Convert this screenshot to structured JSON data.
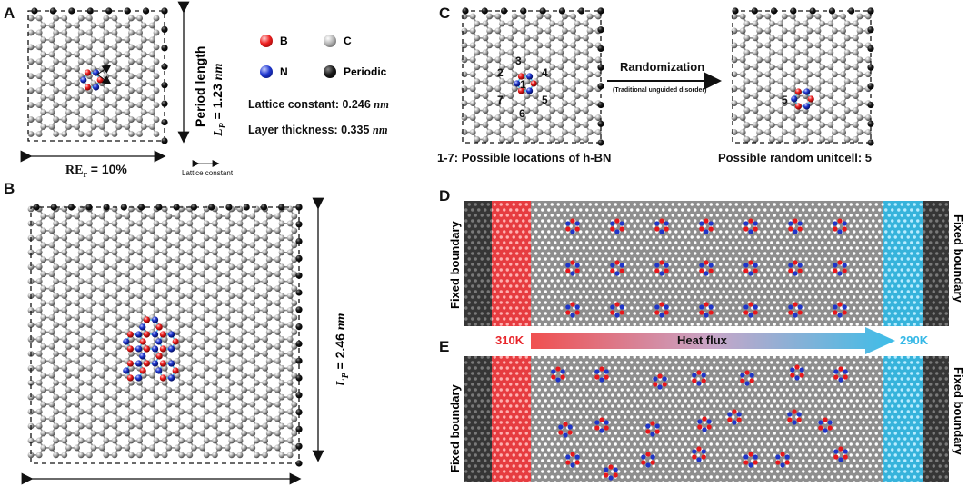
{
  "panels": {
    "A": {
      "label": "A",
      "period_label": "Period length",
      "lp": "L",
      "lp_sub": "P",
      "lp_value": " = 1.23 ",
      "lp_unit": "nm",
      "re_label": "RE",
      "re_sub": "r",
      "re_value": " = 10%",
      "lattice_arrow_label": "Lattice constant"
    },
    "legend": {
      "items": [
        {
          "label": "B",
          "color": "#e8181c"
        },
        {
          "label": "C",
          "color": "#8a8a8a"
        },
        {
          "label": "N",
          "color": "#1f35c9"
        },
        {
          "label": "Periodic",
          "color": "#111111"
        }
      ],
      "lattice_constant_label": "Lattice constant: 0.246 ",
      "layer_thickness_label": "Layer thickness: 0.335 ",
      "unit": "nm"
    },
    "B": {
      "label": "B",
      "lp": "L",
      "lp_sub": "P",
      "lp_value": " = 2.46 ",
      "lp_unit": "nm"
    },
    "C": {
      "label": "C",
      "positions": [
        "1",
        "2",
        "3",
        "4",
        "5",
        "6",
        "7"
      ],
      "random_position": "5",
      "arrow_title": "Randomization",
      "arrow_subtitle": "(Traditional unguided disorder)",
      "caption_left": "1-7: Possible locations of h-BN",
      "caption_right": "Possible random unitcell: 5"
    },
    "D": {
      "label": "D",
      "fixed_left": "Fixed boundary",
      "fixed_right": "Fixed boundary"
    },
    "flux": {
      "hot": "310K",
      "cold": "290K",
      "label": "Heat flux",
      "hot_color": "#e8262b",
      "cold_color": "#35b8e6"
    },
    "E": {
      "label": "E",
      "fixed_left": "Fixed boundary",
      "fixed_right": "Fixed boundary"
    }
  },
  "colors": {
    "boron": "#e8181c",
    "nitrogen": "#1f35c9",
    "carbon": "#8a8a8a",
    "periodic": "#111111",
    "bn_bond": "#4fb6e6",
    "hot_bath": "#e94a4e",
    "cold_bath": "#45b6dc",
    "fixed": "#3a3a3a",
    "sheet": "#8e8e8e"
  }
}
